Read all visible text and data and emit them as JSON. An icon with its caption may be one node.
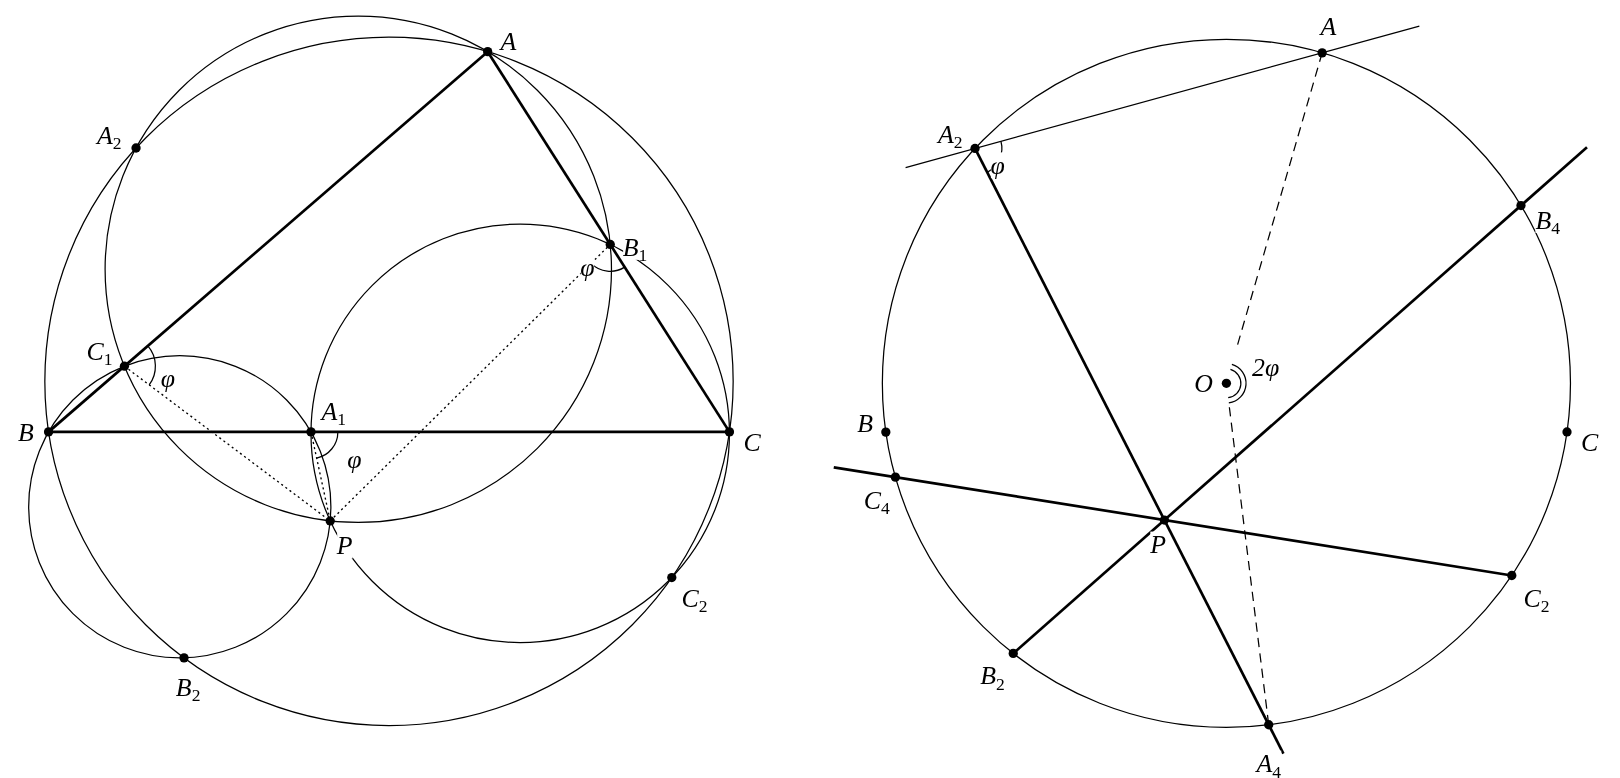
{
  "diagram": {
    "labels": [
      "A",
      "A$_{2}$",
      "B$_{1}$",
      "φ",
      "C$_{1}$",
      "φ",
      "B",
      "A$_{1}$",
      "C",
      "φ",
      "P",
      "C$_{2}$",
      "B$_{2}$",
      "A",
      "A$_{2}$",
      "φ",
      "B$_{4}$",
      "O",
      "2φ",
      "B",
      "C",
      "C$_{4}$",
      "P",
      "C$_{2}$",
      "B$_{2}$",
      "A$_{4}$"
    ]
  }
}
